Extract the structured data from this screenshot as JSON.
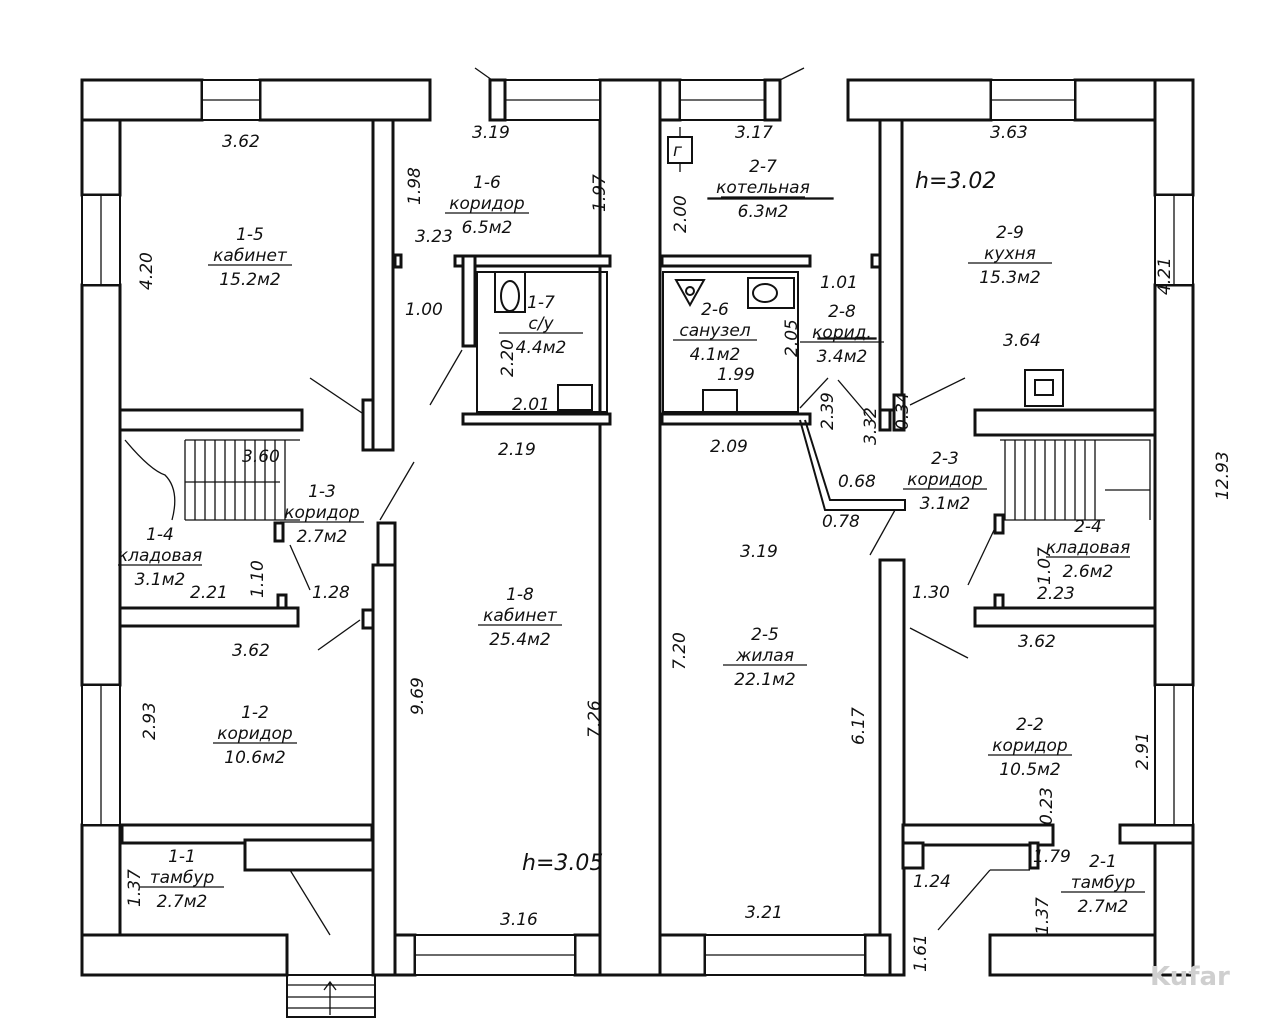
{
  "rooms": [
    {
      "id": "1-1",
      "name": "тамбур",
      "area": "2.7м2"
    },
    {
      "id": "1-2",
      "name": "коридор",
      "area": "10.6м2"
    },
    {
      "id": "1-3",
      "name": "коридор",
      "area": "2.7м2"
    },
    {
      "id": "1-4",
      "name": "кладовая",
      "area": "3.1м2"
    },
    {
      "id": "1-5",
      "name": "кабинет",
      "area": "15.2м2"
    },
    {
      "id": "1-6",
      "name": "коридор",
      "area": "6.5м2"
    },
    {
      "id": "1-7",
      "name": "с/у",
      "area": "4.4м2"
    },
    {
      "id": "1-8",
      "name": "кабинет",
      "area": "25.4м2"
    },
    {
      "id": "2-1",
      "name": "тамбур",
      "area": "2.7м2"
    },
    {
      "id": "2-2",
      "name": "коридор",
      "area": "10.5м2"
    },
    {
      "id": "2-3",
      "name": "коридор",
      "area": "3.1м2"
    },
    {
      "id": "2-4",
      "name": "кладовая",
      "area": "2.6м2"
    },
    {
      "id": "2-5",
      "name": "жилая",
      "area": "22.1м2"
    },
    {
      "id": "2-6",
      "name": "санузел",
      "area": "4.1м2"
    },
    {
      "id": "2-7",
      "name": "котельная",
      "area": "6.3м2"
    },
    {
      "id": "2-8",
      "name": "корид.",
      "area": "3.4м2"
    },
    {
      "id": "2-9",
      "name": "кухня",
      "area": "15.3м2"
    }
  ],
  "dimensions": [
    "3.62",
    "4.20",
    "1.98",
    "3.23",
    "1.00",
    "3.19",
    "1.97",
    "2.20",
    "2.01",
    "2.19",
    "3.60",
    "1.10",
    "2.21",
    "1.28",
    "3.62",
    "2.93",
    "9.69",
    "7.26",
    "1.37",
    "3.16",
    "3.17",
    "2.00",
    "1.01",
    "2.05",
    "1.99",
    "2.39",
    "3.32",
    "0.34",
    "2.09",
    "0.68",
    "0.78",
    "3.19",
    "7.20",
    "6.17",
    "3.21",
    "3.63",
    "4.21",
    "3.64",
    "1.07",
    "2.23",
    "1.30",
    "3.62",
    "2.91",
    "0.23",
    "1.79",
    "1.24",
    "1.37",
    "1.61",
    "12.93"
  ],
  "heights": [
    "h=3.02",
    "h=3.05"
  ],
  "boiler_symbol": "г",
  "watermark": "Kufar"
}
